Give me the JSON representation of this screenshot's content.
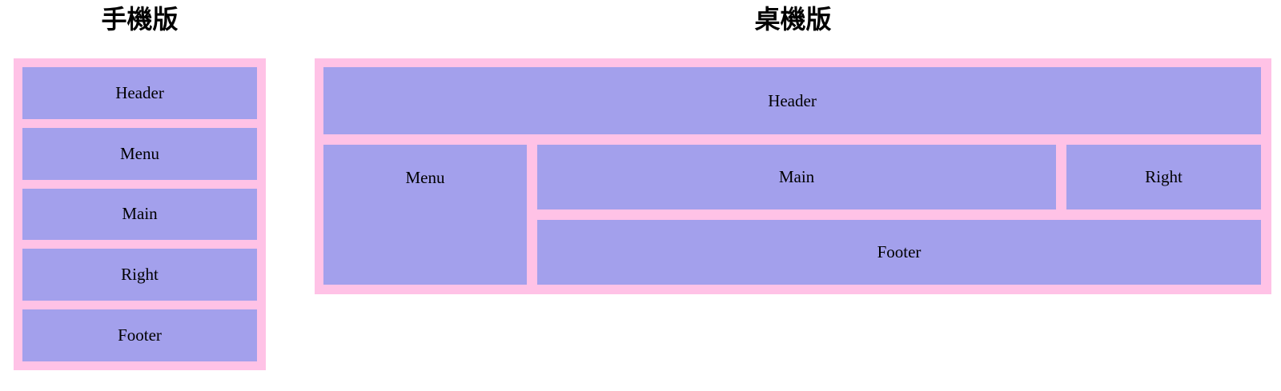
{
  "titles": {
    "mobile": "手機版",
    "desktop": "桌機版"
  },
  "colors": {
    "container_pink": "#ffc2e6",
    "box_purple": "#a3a0ec",
    "label_text": "#000000",
    "title_text": "#000000",
    "page_background": "#ffffff"
  },
  "mobile_layout": {
    "title": "手機版",
    "boxes": [
      "Header",
      "Menu",
      "Main",
      "Right",
      "Footer"
    ]
  },
  "desktop_layout": {
    "title": "桌機版",
    "boxes": {
      "header": "Header",
      "menu": "Menu",
      "main": "Main",
      "right": "Right",
      "footer": "Footer"
    }
  }
}
